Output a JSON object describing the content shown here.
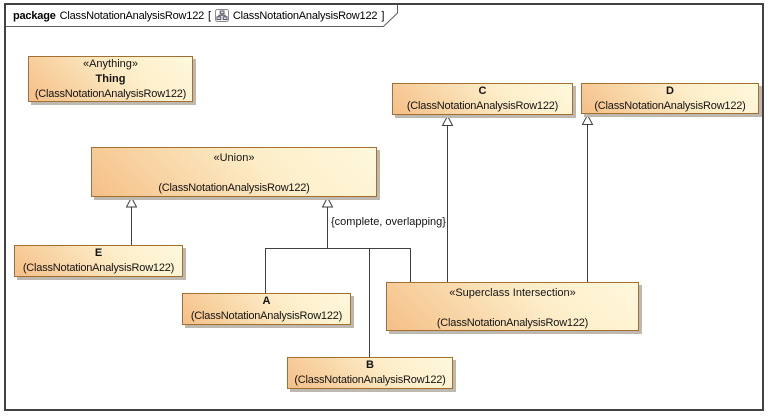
{
  "tab": {
    "kind": "package",
    "context_name": "ClassNotationAnalysisRow122",
    "open_bracket": "[",
    "diagram_icon": "class-diagram-icon",
    "diagram_name": "ClassNotationAnalysisRow122",
    "close_bracket": "]"
  },
  "constraint": "{complete, overlapping}",
  "boxes": {
    "thing": {
      "stereotype": "«Anything»",
      "name": "Thing",
      "package": "(ClassNotationAnalysisRow122)"
    },
    "c": {
      "name": "C",
      "package": "(ClassNotationAnalysisRow122)"
    },
    "d": {
      "name": "D",
      "package": "(ClassNotationAnalysisRow122)"
    },
    "union": {
      "stereotype": "«Union»",
      "name": "",
      "package": "(ClassNotationAnalysisRow122)"
    },
    "e": {
      "name": "E",
      "package": "(ClassNotationAnalysisRow122)"
    },
    "a": {
      "name": "A",
      "package": "(ClassNotationAnalysisRow122)"
    },
    "b": {
      "name": "B",
      "package": "(ClassNotationAnalysisRow122)"
    },
    "superclass_intersection": {
      "stereotype": "«Superclass Intersection»",
      "name": "",
      "package": "(ClassNotationAnalysisRow122)"
    }
  },
  "edges": [
    {
      "type": "generalization",
      "from": "E",
      "to": "Union"
    },
    {
      "type": "generalization",
      "from": "A",
      "to": "Union",
      "constraint": "{complete, overlapping}"
    },
    {
      "type": "generalization",
      "from": "B",
      "to": "Union",
      "constraint": "{complete, overlapping}"
    },
    {
      "type": "generalization",
      "from": "Superclass Intersection",
      "to": "Union",
      "constraint": "{complete, overlapping}"
    },
    {
      "type": "generalization",
      "from": "Superclass Intersection",
      "to": "C"
    },
    {
      "type": "generalization",
      "from": "Superclass Intersection",
      "to": "D"
    }
  ],
  "colors": {
    "box_fill_dark": "#f5bf87",
    "box_fill_light": "#fef8dc",
    "box_border": "#a5702f",
    "box_shadow": "#bdb9b1",
    "line": "#3f3f3f",
    "frame_border": "#424242"
  }
}
